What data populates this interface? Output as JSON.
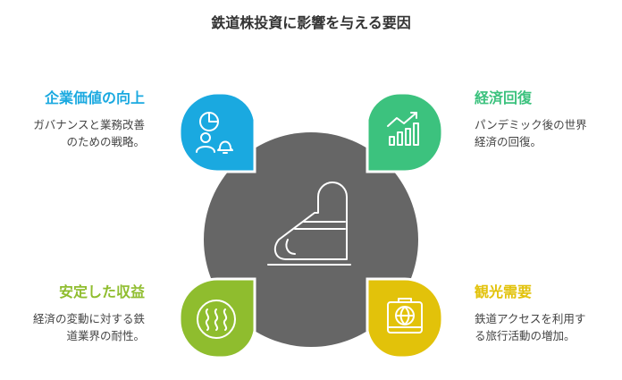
{
  "title": "鉄道株投資に影響を与える要因",
  "colors": {
    "center": "#666666",
    "top_left": "#1aa9e0",
    "top_right": "#3cc27e",
    "bottom_left": "#8fbd2e",
    "bottom_right": "#e2c20a"
  },
  "center_icon": "train-icon",
  "factors": {
    "top_left": {
      "title": "企業価値の向上",
      "desc_line1": "ガバナンスと業務改善",
      "desc_line2": "のための戦略。",
      "icon": "chart-person-bell-icon"
    },
    "top_right": {
      "title": "経済回復",
      "desc_line1": "パンデミック後の世界",
      "desc_line2": "経済の回復。",
      "icon": "growth-chart-icon"
    },
    "bottom_left": {
      "title": "安定した収益",
      "desc_line1": "経済の変動に対する鉄",
      "desc_line2": "道業界の耐性。",
      "icon": "heat-waves-icon"
    },
    "bottom_right": {
      "title": "観光需要",
      "desc_line1": "鉄道アクセスを利用す",
      "desc_line2": "る旅行活動の増加。",
      "icon": "globe-suitcase-icon"
    }
  }
}
